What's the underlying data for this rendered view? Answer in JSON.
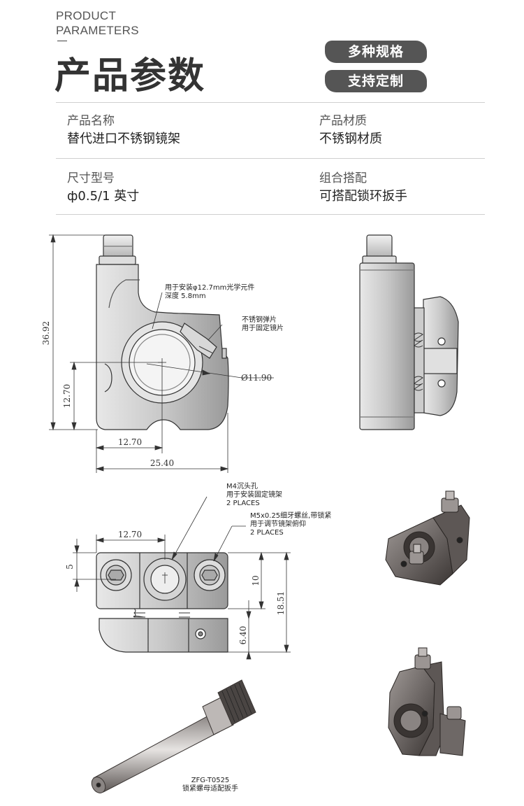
{
  "header": {
    "en_line1": "PRODUCT",
    "en_line2": "PARAMETERS",
    "cn_title": "产品参数",
    "badges": [
      "多种规格",
      "支持定制"
    ]
  },
  "params": [
    {
      "label": "产品名称",
      "value": "替代进口不锈钢镜架"
    },
    {
      "label": "产品材质",
      "value": "不锈钢材质"
    },
    {
      "label": "尺寸型号",
      "value": "ф0.5/1 英寸"
    },
    {
      "label": "组合搭配",
      "value": "可搭配锁环扳手"
    }
  ],
  "drawing": {
    "front_notes": {
      "mount_line1": "用于安装φ12.7mm光学元件",
      "mount_line2": "深度 5.8mm",
      "spring_line1": "不锈钢弹片",
      "spring_line2": "用于固定镜片"
    },
    "front_dims": {
      "height": "36.92",
      "center_height": "12.70",
      "center_offset": "12.70",
      "width": "25.40",
      "diameter": "Ø11.90"
    },
    "bottom_notes": {
      "m4_line1": "M4沉头孔",
      "m4_line2": "用于安装固定镜架",
      "m4_line3": "2 PLACES",
      "m5_line1": "M5x0.25细牙螺丝,带锁紧",
      "m5_line2": "用于调节镜架俯仰",
      "m5_line3": "2 PLACES"
    },
    "bottom_dims": {
      "top_width": "12.70",
      "left_offset": "5",
      "mid_height": "10",
      "total_height": "18.51",
      "base_height": "6.40"
    },
    "wrench": {
      "model": "ZFG-T0525",
      "desc": "锁紧螺母适配扳手"
    }
  }
}
